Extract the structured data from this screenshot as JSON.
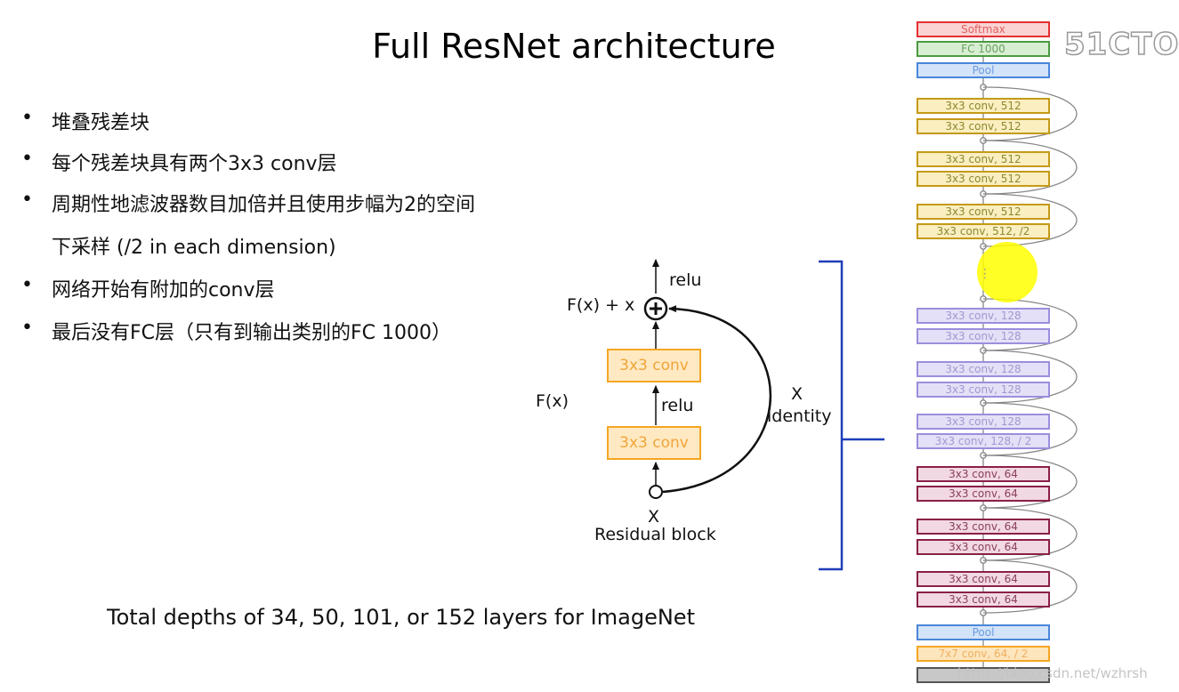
{
  "slide": {
    "title": "Full ResNet architecture",
    "bullets": [
      {
        "text": "堆叠残差块"
      },
      {
        "text": "每个残差块具有两个3x3 conv层"
      },
      {
        "text": "周期性地滤波器数目加倍并且使用步幅为2的空间"
      },
      {
        "text": "下采样  (/2 in each dimension)",
        "continuation": true
      },
      {
        "text": "网络开始有附加的conv层"
      },
      {
        "text": "最后没有FC层（只有到输出类别的FC 1000）"
      }
    ],
    "bullet_symbol": "•",
    "footer": "Total depths of 34, 50, 101, or 152 layers for ImageNet"
  },
  "residual_block": {
    "conv_top": "3x3 conv",
    "conv_bottom": "3x3 conv",
    "relu_top": "relu",
    "relu_mid": "relu",
    "fx_plus_x": "F(x) + x",
    "fx": "F(x)",
    "x_input": "X",
    "caption": "Residual block",
    "identity_x": "X",
    "identity_label": "identity",
    "plus_symbol": "+"
  },
  "network": {
    "layers": [
      {
        "label": "Softmax",
        "color": "#e53030",
        "fill": "#fbd3d3",
        "text_color": "#e06060"
      },
      {
        "label": "FC 1000",
        "color": "#4a9a40",
        "fill": "#d8eed2",
        "text_color": "#6aa060"
      },
      {
        "label": "Pool",
        "color": "#4a86d8",
        "fill": "#d3e3f8",
        "text_color": "#6b9be0"
      },
      {
        "label": "3x3 conv, 512",
        "color": "#c49a18",
        "fill": "#fbeec0",
        "text_color": "#8a8a30"
      },
      {
        "label": "3x3 conv, 512",
        "color": "#c49a18",
        "fill": "#fbeec0",
        "text_color": "#8a8a30"
      },
      {
        "label": "3x3 conv, 512",
        "color": "#c49a18",
        "fill": "#fbeec0",
        "text_color": "#8a8a30"
      },
      {
        "label": "3x3 conv, 512",
        "color": "#c49a18",
        "fill": "#fbeec0",
        "text_color": "#8a8a30"
      },
      {
        "label": "3x3 conv, 512",
        "color": "#c49a18",
        "fill": "#fbeec0",
        "text_color": "#8a8a30"
      },
      {
        "label": "3x3 conv, 512, /2",
        "color": "#c49a18",
        "fill": "#fbeec0",
        "text_color": "#8a8a30"
      },
      {
        "label": "3x3 conv, 128",
        "color": "#9a8fdc",
        "fill": "#e4e0f7",
        "text_color": "#a09ad0"
      },
      {
        "label": "3x3 conv, 128",
        "color": "#9a8fdc",
        "fill": "#e4e0f7",
        "text_color": "#a09ad0"
      },
      {
        "label": "3x3 conv, 128",
        "color": "#9a8fdc",
        "fill": "#e4e0f7",
        "text_color": "#a09ad0"
      },
      {
        "label": "3x3 conv, 128",
        "color": "#9a8fdc",
        "fill": "#e4e0f7",
        "text_color": "#a09ad0"
      },
      {
        "label": "3x3 conv, 128",
        "color": "#9a8fdc",
        "fill": "#e4e0f7",
        "text_color": "#a09ad0"
      },
      {
        "label": "3x3 conv, 128, / 2",
        "color": "#9a8fdc",
        "fill": "#e4e0f7",
        "text_color": "#a09ad0"
      },
      {
        "label": "3x3 conv, 64",
        "color": "#8a2048",
        "fill": "#f2d8e2",
        "text_color": "#8a4060"
      },
      {
        "label": "3x3 conv, 64",
        "color": "#8a2048",
        "fill": "#f2d8e2",
        "text_color": "#8a4060"
      },
      {
        "label": "3x3 conv, 64",
        "color": "#8a2048",
        "fill": "#f2d8e2",
        "text_color": "#8a4060"
      },
      {
        "label": "3x3 conv, 64",
        "color": "#8a2048",
        "fill": "#f2d8e2",
        "text_color": "#8a4060"
      },
      {
        "label": "3x3 conv, 64",
        "color": "#8a2048",
        "fill": "#f2d8e2",
        "text_color": "#8a4060"
      },
      {
        "label": "3x3 conv, 64",
        "color": "#8a2048",
        "fill": "#f2d8e2",
        "text_color": "#8a4060"
      },
      {
        "label": "Pool",
        "color": "#4a86d8",
        "fill": "#d3e3f8",
        "text_color": "#6b9be0"
      },
      {
        "label": "7x7 conv, 64, / 2",
        "color": "#f5a623",
        "fill": "#fde5bd",
        "text_color": "#f0b060"
      },
      {
        "label": "",
        "color": "#555555",
        "fill": "#c8c8c8",
        "text_color": "#555555"
      }
    ],
    "bracket_color": "#1f3fb8",
    "highlight_color": "#ffff00"
  },
  "watermarks": {
    "logo": "51CTO",
    "url": "https://blog.csdn.net/wzhrsh"
  }
}
